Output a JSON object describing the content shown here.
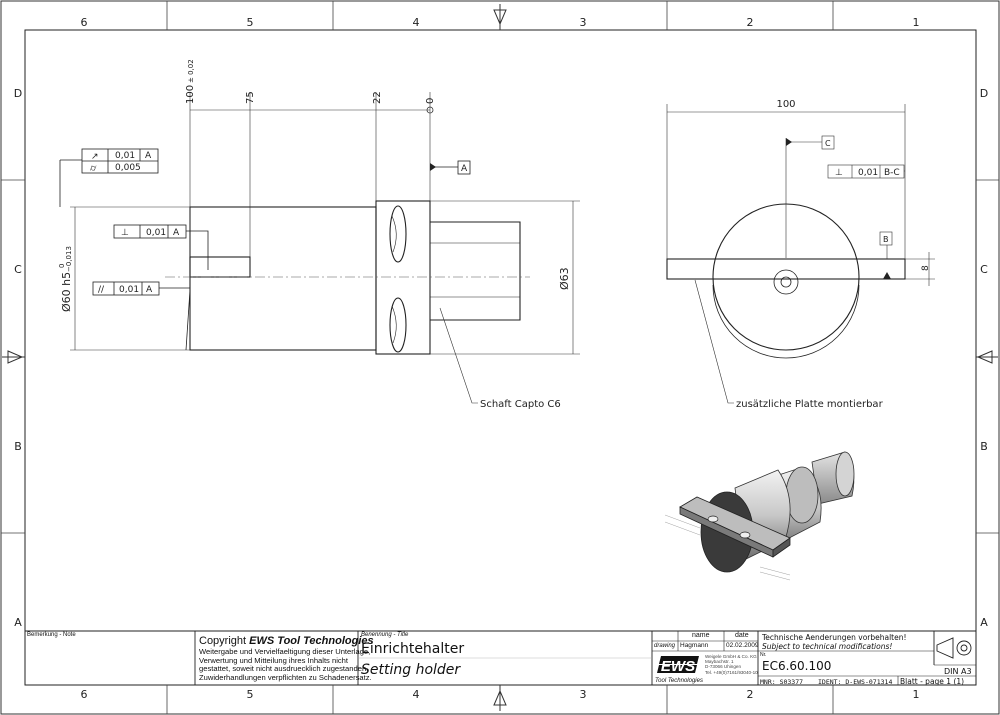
{
  "frame": {
    "cols": [
      "6",
      "5",
      "4",
      "3",
      "2",
      "1"
    ],
    "rows": [
      "D",
      "C",
      "B",
      "A"
    ]
  },
  "front_view": {
    "dims": {
      "d100": "100",
      "d100_tol": "± 0,02",
      "d75": "75",
      "d22": "22",
      "d0": "0",
      "dia60": "Ø60 h5",
      "dia60_tol_up": "0",
      "dia60_tol_low": "−0,013",
      "dia63": "Ø63"
    },
    "gdt": {
      "runout_val": "0,01",
      "runout_ref": "A",
      "cyl_val": "0,005",
      "perp_val": "0,01",
      "perp_ref": "A",
      "par_val": "0,01",
      "par_ref": "A",
      "datum_a": "A"
    },
    "callout": "Schaft Capto C6"
  },
  "side_view": {
    "dims": {
      "d100": "100",
      "d8": "8"
    },
    "gdt": {
      "perp_val": "0,01",
      "perp_ref": "B-C"
    },
    "datum_b": "B",
    "datum_c": "C",
    "callout": "zusätzliche Platte montierbar"
  },
  "title_block": {
    "remark_label": "Bemerkung - Note",
    "copyright_prefix": "Copyright ",
    "copyright_brand": "EWS Tool Technologies",
    "copyright_lines": [
      "Weitergabe und Vervielfaeltigung dieser Unterlage,",
      "Verwertung und Mitteilung ihres Inhalts nicht",
      "gestattet, soweit nicht ausdruecklich zugestanden.",
      "Zuwiderhandlungen verpflichten zu Schadenersatz."
    ],
    "title_label": "Benennung - Title",
    "title_de": "Einrichtehalter",
    "title_en": "Setting holder",
    "hdr_name": "name",
    "hdr_date": "date",
    "drawing_label": "drawing",
    "drawing_name": "Hagmann",
    "drawing_date": "02.02.2009",
    "logo_text": "EWS",
    "logo_sub": "Tool Technologies",
    "company_lines": [
      "Weigele GmbH & Co. KG",
      "Maybachstr. 1",
      "D-73066 Uhingen",
      "Tel. +49(0)7161/93040-10"
    ],
    "tech_de": "Technische Aenderungen vorbehalten!",
    "tech_en": "Subject to technical modifications!",
    "nr_label": "Nr.",
    "part_no": "EC6.60.100",
    "mnr": "MNR: S03377",
    "ident": "IDENT: D-EWS-071314",
    "blatt": "Blatt - page  1 (1)",
    "format": "DIN A3"
  }
}
